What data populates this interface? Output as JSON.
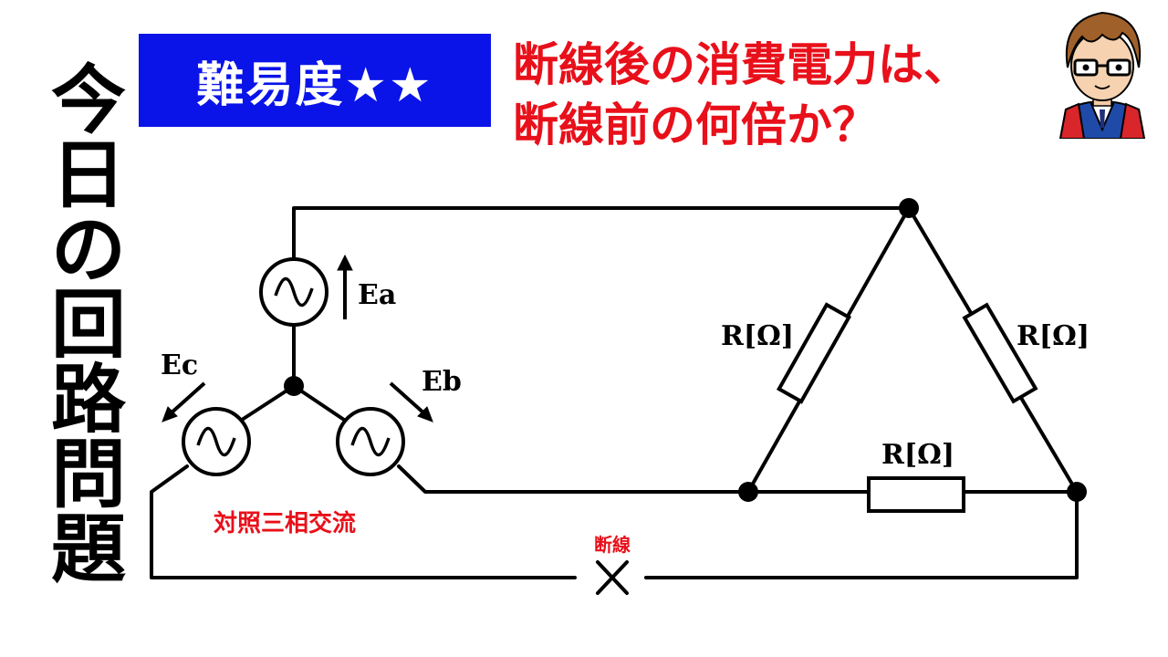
{
  "title_vertical": [
    "今",
    "日",
    "の",
    "回",
    "路",
    "問",
    "題"
  ],
  "badge": {
    "text": "難易度★★"
  },
  "question": {
    "line1": "断線後の消費電力は、",
    "line2": "断線前の何倍か？"
  },
  "labels": {
    "ea": "Ea",
    "eb": "Eb",
    "ec": "Ec",
    "resistor_left": "R[Ω]",
    "resistor_right": "R[Ω]",
    "resistor_bottom": "R[Ω]",
    "source_caption": "対照三相交流",
    "break_label": "断線"
  },
  "colors": {
    "badge_bg": "#0a14e8",
    "accent_red": "#e8101a",
    "line": "#000000"
  },
  "icons": {
    "source": "ac-source-icon",
    "break": "break-x-icon",
    "arrow": "direction-arrow-icon"
  }
}
